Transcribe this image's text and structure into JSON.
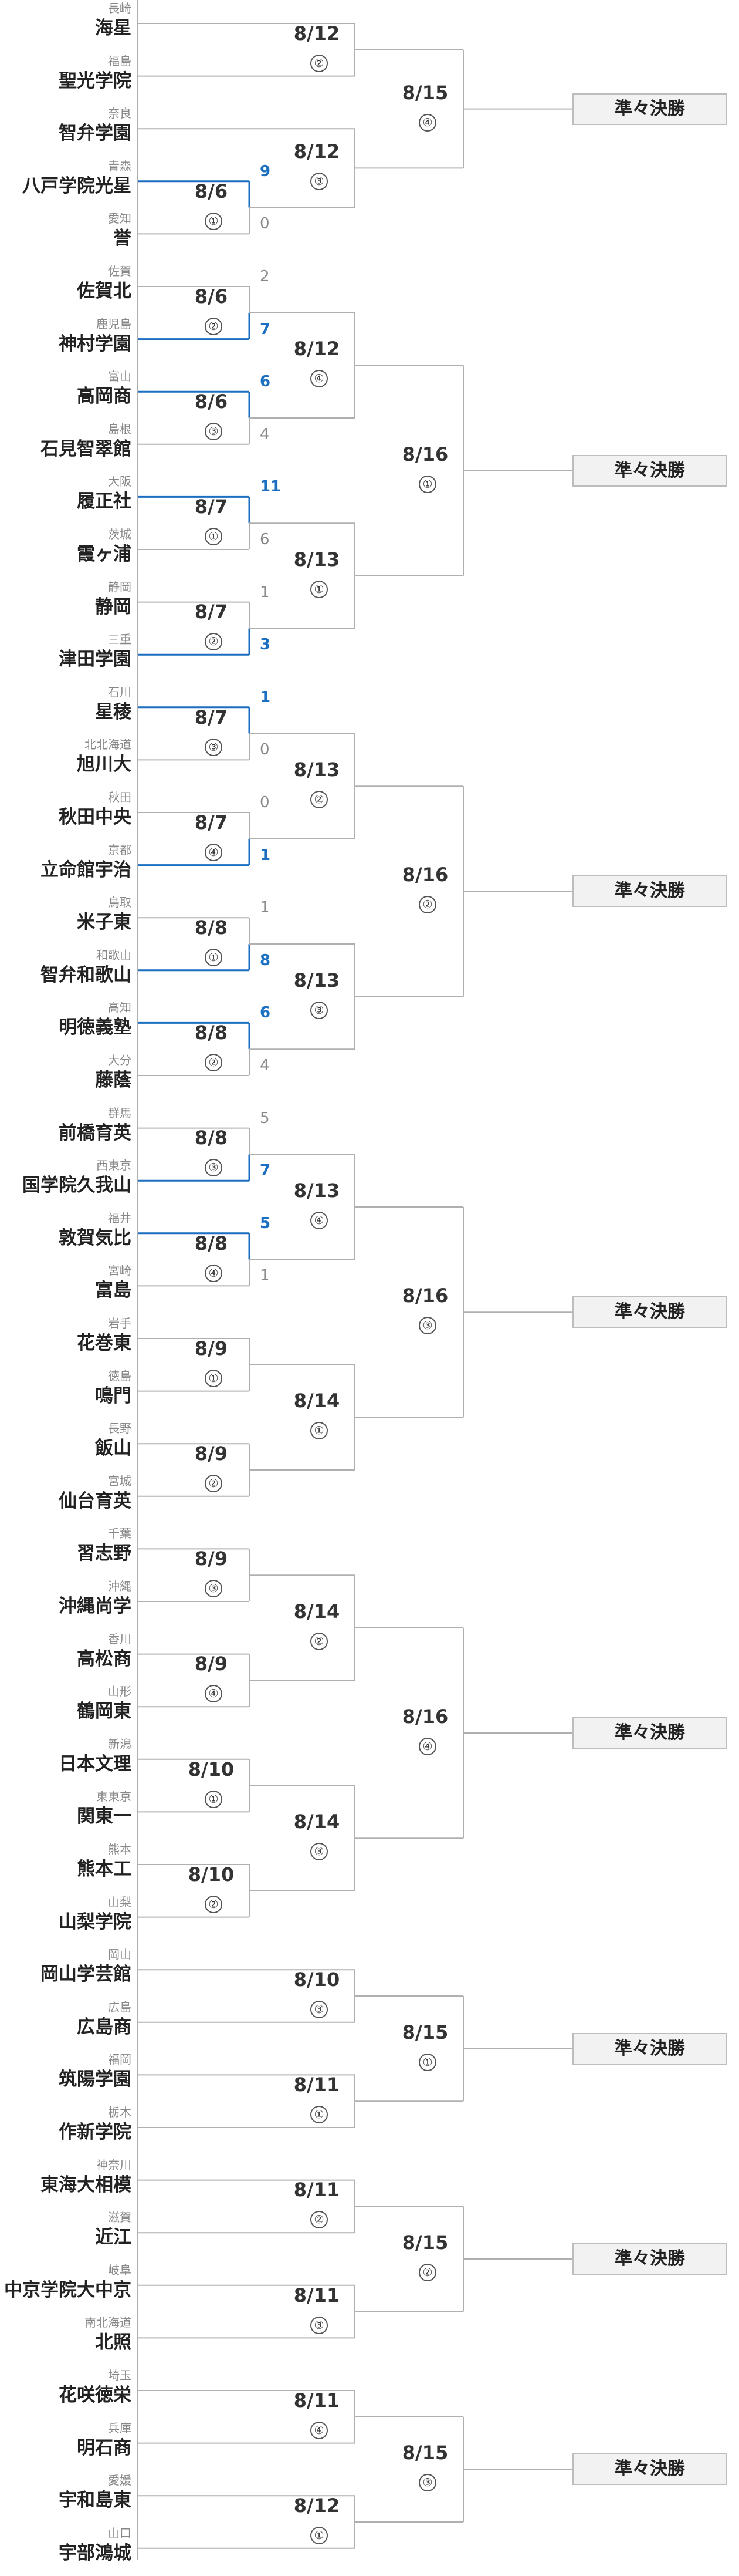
{
  "teams": [
    {
      "pref": "長崎",
      "school": "海星"
    },
    {
      "pref": "福島",
      "school": "聖光学院"
    },
    {
      "pref": "奈良",
      "school": "智弁学園"
    },
    {
      "pref": "青森",
      "school": "八戸学院光星"
    },
    {
      "pref": "愛知",
      "school": "誉"
    },
    {
      "pref": "佐賀",
      "school": "佐賀北"
    },
    {
      "pref": "鹿児島",
      "school": "神村学園"
    },
    {
      "pref": "富山",
      "school": "高岡商"
    },
    {
      "pref": "島根",
      "school": "石見智翠館"
    },
    {
      "pref": "大阪",
      "school": "履正社"
    },
    {
      "pref": "茨城",
      "school": "霞ヶ浦"
    },
    {
      "pref": "静岡",
      "school": "静岡"
    },
    {
      "pref": "三重",
      "school": "津田学園"
    },
    {
      "pref": "石川",
      "school": "星稜"
    },
    {
      "pref": "北北海道",
      "school": "旭川大"
    },
    {
      "pref": "秋田",
      "school": "秋田中央"
    },
    {
      "pref": "京都",
      "school": "立命館宇治"
    },
    {
      "pref": "鳥取",
      "school": "米子東"
    },
    {
      "pref": "和歌山",
      "school": "智弁和歌山"
    },
    {
      "pref": "高知",
      "school": "明徳義塾"
    },
    {
      "pref": "大分",
      "school": "藤蔭"
    },
    {
      "pref": "群馬",
      "school": "前橋育英"
    },
    {
      "pref": "西東京",
      "school": "国学院久我山"
    },
    {
      "pref": "福井",
      "school": "敦賀気比"
    },
    {
      "pref": "宮崎",
      "school": "富島"
    },
    {
      "pref": "岩手",
      "school": "花巻東"
    },
    {
      "pref": "徳島",
      "school": "鳴門"
    },
    {
      "pref": "長野",
      "school": "飯山"
    },
    {
      "pref": "宮城",
      "school": "仙台育英"
    },
    {
      "pref": "千葉",
      "school": "習志野"
    },
    {
      "pref": "沖縄",
      "school": "沖縄尚学"
    },
    {
      "pref": "香川",
      "school": "高松商"
    },
    {
      "pref": "山形",
      "school": "鶴岡東"
    },
    {
      "pref": "新潟",
      "school": "日本文理"
    },
    {
      "pref": "東東京",
      "school": "関東一"
    },
    {
      "pref": "熊本",
      "school": "熊本工"
    },
    {
      "pref": "山梨",
      "school": "山梨学院"
    },
    {
      "pref": "岡山",
      "school": "岡山学芸館"
    },
    {
      "pref": "広島",
      "school": "広島商"
    },
    {
      "pref": "福岡",
      "school": "筑陽学園"
    },
    {
      "pref": "栃木",
      "school": "作新学院"
    },
    {
      "pref": "神奈川",
      "school": "東海大相模"
    },
    {
      "pref": "滋賀",
      "school": "近江"
    },
    {
      "pref": "岐阜",
      "school": "中京学院大中京"
    },
    {
      "pref": "南北海道",
      "school": "北照"
    },
    {
      "pref": "埼玉",
      "school": "花咲徳栄"
    },
    {
      "pref": "兵庫",
      "school": "明石商"
    },
    {
      "pref": "愛媛",
      "school": "宇和島東"
    },
    {
      "pref": "山口",
      "school": "宇部鴻城"
    }
  ],
  "games": [
    {
      "id": "g1",
      "date": "8/6",
      "round": "①",
      "a": 3,
      "b": 4,
      "col": 1,
      "winner": "a",
      "scores": [
        "9",
        "0"
      ]
    },
    {
      "id": "g2",
      "date": "8/6",
      "round": "②",
      "a": 5,
      "b": 6,
      "col": 1,
      "winner": "b",
      "scores": [
        "2",
        "7"
      ]
    },
    {
      "id": "g3",
      "date": "8/6",
      "round": "③",
      "a": 7,
      "b": 8,
      "col": 1,
      "winner": "a",
      "scores": [
        "6",
        "4"
      ]
    },
    {
      "id": "g4",
      "date": "8/7",
      "round": "①",
      "a": 9,
      "b": 10,
      "col": 1,
      "winner": "a",
      "scores": [
        "11",
        "6"
      ]
    },
    {
      "id": "g5",
      "date": "8/7",
      "round": "②",
      "a": 11,
      "b": 12,
      "col": 1,
      "winner": "b",
      "scores": [
        "1",
        "3"
      ]
    },
    {
      "id": "g6",
      "date": "8/7",
      "round": "③",
      "a": 13,
      "b": 14,
      "col": 1,
      "winner": "a",
      "scores": [
        "1",
        "0"
      ]
    },
    {
      "id": "g7",
      "date": "8/7",
      "round": "④",
      "a": 15,
      "b": 16,
      "col": 1,
      "winner": "b",
      "scores": [
        "0",
        "1"
      ]
    },
    {
      "id": "g8",
      "date": "8/8",
      "round": "①",
      "a": 17,
      "b": 18,
      "col": 1,
      "winner": "b",
      "scores": [
        "1",
        "8"
      ]
    },
    {
      "id": "g9",
      "date": "8/8",
      "round": "②",
      "a": 19,
      "b": 20,
      "col": 1,
      "winner": "a",
      "scores": [
        "6",
        "4"
      ]
    },
    {
      "id": "g10",
      "date": "8/8",
      "round": "③",
      "a": 21,
      "b": 22,
      "col": 1,
      "winner": "b",
      "scores": [
        "5",
        "7"
      ]
    },
    {
      "id": "g11",
      "date": "8/8",
      "round": "④",
      "a": 23,
      "b": 24,
      "col": 1,
      "winner": "a",
      "scores": [
        "5",
        "1"
      ]
    },
    {
      "id": "g12",
      "date": "8/9",
      "round": "①",
      "a": 25,
      "b": 26,
      "col": 1
    },
    {
      "id": "g13",
      "date": "8/9",
      "round": "②",
      "a": 27,
      "b": 28,
      "col": 1
    },
    {
      "id": "g14",
      "date": "8/9",
      "round": "③",
      "a": 29,
      "b": 30,
      "col": 1
    },
    {
      "id": "g15",
      "date": "8/9",
      "round": "④",
      "a": 31,
      "b": 32,
      "col": 1
    },
    {
      "id": "g16",
      "date": "8/10",
      "round": "①",
      "a": 33,
      "b": 34,
      "col": 1
    },
    {
      "id": "g17",
      "date": "8/10",
      "round": "②",
      "a": 35,
      "b": 36,
      "col": 1
    },
    {
      "id": "g18",
      "date": "8/12",
      "round": "②",
      "a": "t0",
      "b": "t1",
      "col": 2
    },
    {
      "id": "g19",
      "date": "8/12",
      "round": "③",
      "a": "t2",
      "b": "g1",
      "col": 2
    },
    {
      "id": "g20",
      "date": "8/12",
      "round": "④",
      "a": "g2",
      "b": "g3",
      "col": 2
    },
    {
      "id": "g21",
      "date": "8/13",
      "round": "①",
      "a": "g4",
      "b": "g5",
      "col": 2
    },
    {
      "id": "g22",
      "date": "8/13",
      "round": "②",
      "a": "g6",
      "b": "g7",
      "col": 2
    },
    {
      "id": "g23",
      "date": "8/13",
      "round": "③",
      "a": "g8",
      "b": "g9",
      "col": 2
    },
    {
      "id": "g24",
      "date": "8/13",
      "round": "④",
      "a": "g10",
      "b": "g11",
      "col": 2
    },
    {
      "id": "g25",
      "date": "8/14",
      "round": "①",
      "a": "g12",
      "b": "g13",
      "col": 2
    },
    {
      "id": "g26",
      "date": "8/14",
      "round": "②",
      "a": "g14",
      "b": "g15",
      "col": 2
    },
    {
      "id": "g27",
      "date": "8/14",
      "round": "③",
      "a": "g16",
      "b": "g17",
      "col": 2
    },
    {
      "id": "g28",
      "date": "8/10",
      "round": "③",
      "a": "t37",
      "b": "t38",
      "col": 2
    },
    {
      "id": "g29",
      "date": "8/11",
      "round": "①",
      "a": "t39",
      "b": "t40",
      "col": 2
    },
    {
      "id": "g30",
      "date": "8/11",
      "round": "②",
      "a": "t41",
      "b": "t42",
      "col": 2
    },
    {
      "id": "g31",
      "date": "8/11",
      "round": "③",
      "a": "t43",
      "b": "t44",
      "col": 2
    },
    {
      "id": "g32",
      "date": "8/11",
      "round": "④",
      "a": "t45",
      "b": "t46",
      "col": 2
    },
    {
      "id": "g33",
      "date": "8/12",
      "round": "①",
      "a": "t47",
      "b": "t48",
      "col": 2
    },
    {
      "id": "g34",
      "date": "8/15",
      "round": "④",
      "a": "g18",
      "b": "g19",
      "col": 3
    },
    {
      "id": "g35",
      "date": "8/16",
      "round": "①",
      "a": "g20",
      "b": "g21",
      "col": 3
    },
    {
      "id": "g36",
      "date": "8/16",
      "round": "②",
      "a": "g22",
      "b": "g23",
      "col": 3
    },
    {
      "id": "g37",
      "date": "8/16",
      "round": "③",
      "a": "g24",
      "b": "g25",
      "col": 3
    },
    {
      "id": "g38",
      "date": "8/16",
      "round": "④",
      "a": "g26",
      "b": "g27",
      "col": 3
    },
    {
      "id": "g39",
      "date": "8/15",
      "round": "①",
      "a": "g28",
      "b": "g29",
      "col": 3
    },
    {
      "id": "g40",
      "date": "8/15",
      "round": "②",
      "a": "g30",
      "b": "g31",
      "col": 3
    },
    {
      "id": "g41",
      "date": "8/15",
      "round": "③",
      "a": "g32",
      "b": "g33",
      "col": 3
    }
  ],
  "quarterfinal_label": "準々決勝",
  "colors": {
    "line": "#b0b0b0",
    "winner": "#1a6fc0",
    "box_bg": "#f2f2f2",
    "box_border": "#bdbdbd"
  }
}
